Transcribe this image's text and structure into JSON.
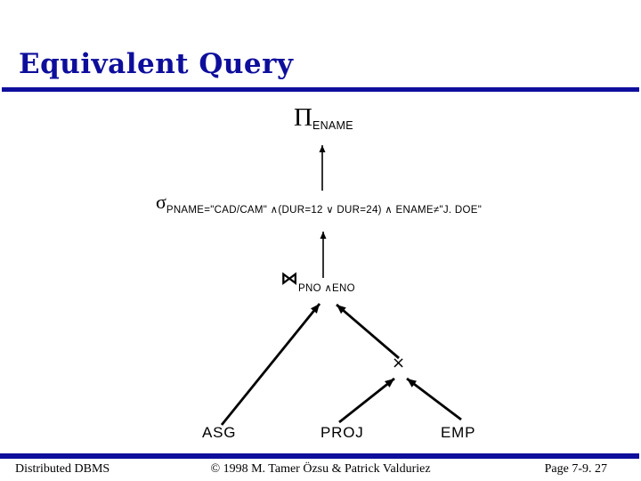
{
  "slide": {
    "title": "Equivalent Query",
    "accent_color": "#0e0e9c"
  },
  "tree": {
    "projection": {
      "op": "Π",
      "subscript": "ENAME"
    },
    "selection": {
      "op": "σ",
      "subscript": "PNAME=\"CAD/CAM\" ∧(DUR=12 ∨ DUR=24) ∧ ENAME≠\"J. DOE\""
    },
    "join": {
      "op": "⋈",
      "subscript": "PNO ∧ENO"
    },
    "cartesian": {
      "op": "×"
    },
    "relations": [
      "ASG",
      "PROJ",
      "EMP"
    ]
  },
  "footer": {
    "left": "Distributed DBMS",
    "center": "© 1998 M. Tamer Özsu & Patrick Valduriez",
    "right": "Page 7-9. 27"
  }
}
